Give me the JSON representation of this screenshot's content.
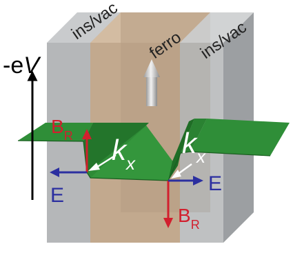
{
  "labels": {
    "left_region": "ins/vac",
    "middle_region": "ferro",
    "right_region": "ins/vac",
    "energy_axis_prefix": "-e",
    "energy_axis_var": "V",
    "rashba_field_base": "B",
    "rashba_field_sub": "R",
    "electric_field": "E",
    "wavevector_base": "k",
    "wavevector_sub": "x"
  },
  "colors": {
    "insulator_face": "#b5b7b9",
    "insulator_side": "#9c9fa2",
    "ferro_face": "#c2a98e",
    "ferro_side": "#a88e74",
    "band_top": "#2e8b36",
    "band_dark": "#1f6d26",
    "rashba_arrow": "#d21f2e",
    "electric_arrow": "#2b2fa0",
    "k_arrow": "#ffffff",
    "magnetization_arrow": "#c8c8c8"
  },
  "icons": {
    "magnetization": "upward-arrow-icon",
    "energy_axis": "up-arrow-icon"
  }
}
